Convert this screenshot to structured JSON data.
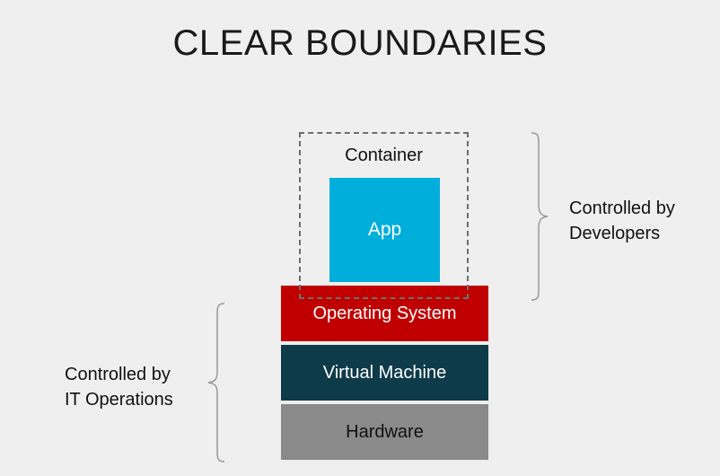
{
  "title": "CLEAR BOUNDARIES",
  "container": {
    "label": "Container"
  },
  "app": {
    "label": "App"
  },
  "layers": {
    "os": "Operating System",
    "vm": "Virtual Machine",
    "hardware": "Hardware"
  },
  "developers": {
    "line1": "Controlled by",
    "line2": "Developers"
  },
  "operations": {
    "line1": "Controlled by",
    "line2": "IT Operations"
  },
  "colors": {
    "app": "#00aedb",
    "os": "#c00000",
    "vm": "#0d3b4a",
    "hardware": "#8a8a8a",
    "background": "#efefef"
  }
}
